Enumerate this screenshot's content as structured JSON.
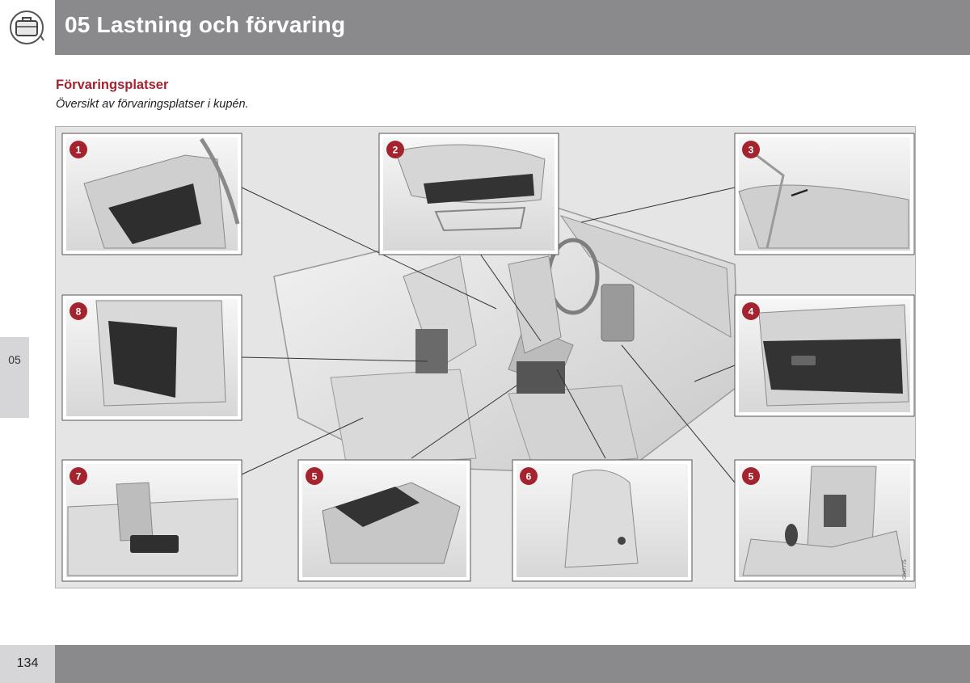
{
  "header": {
    "chapter_title": "05 Lastning och förvaring",
    "icon": "suitcase-icon"
  },
  "side_tab": {
    "label": "05"
  },
  "section": {
    "title": "Förvaringsplatser",
    "subtitle": "Översikt av förvaringsplatser i kupén."
  },
  "figure": {
    "callouts": [
      "1",
      "2",
      "3",
      "4",
      "5",
      "6",
      "7",
      "8",
      "5"
    ],
    "image_code": "G047775",
    "accent_color": "#a3242f"
  },
  "footer": {
    "page_number": "134"
  }
}
